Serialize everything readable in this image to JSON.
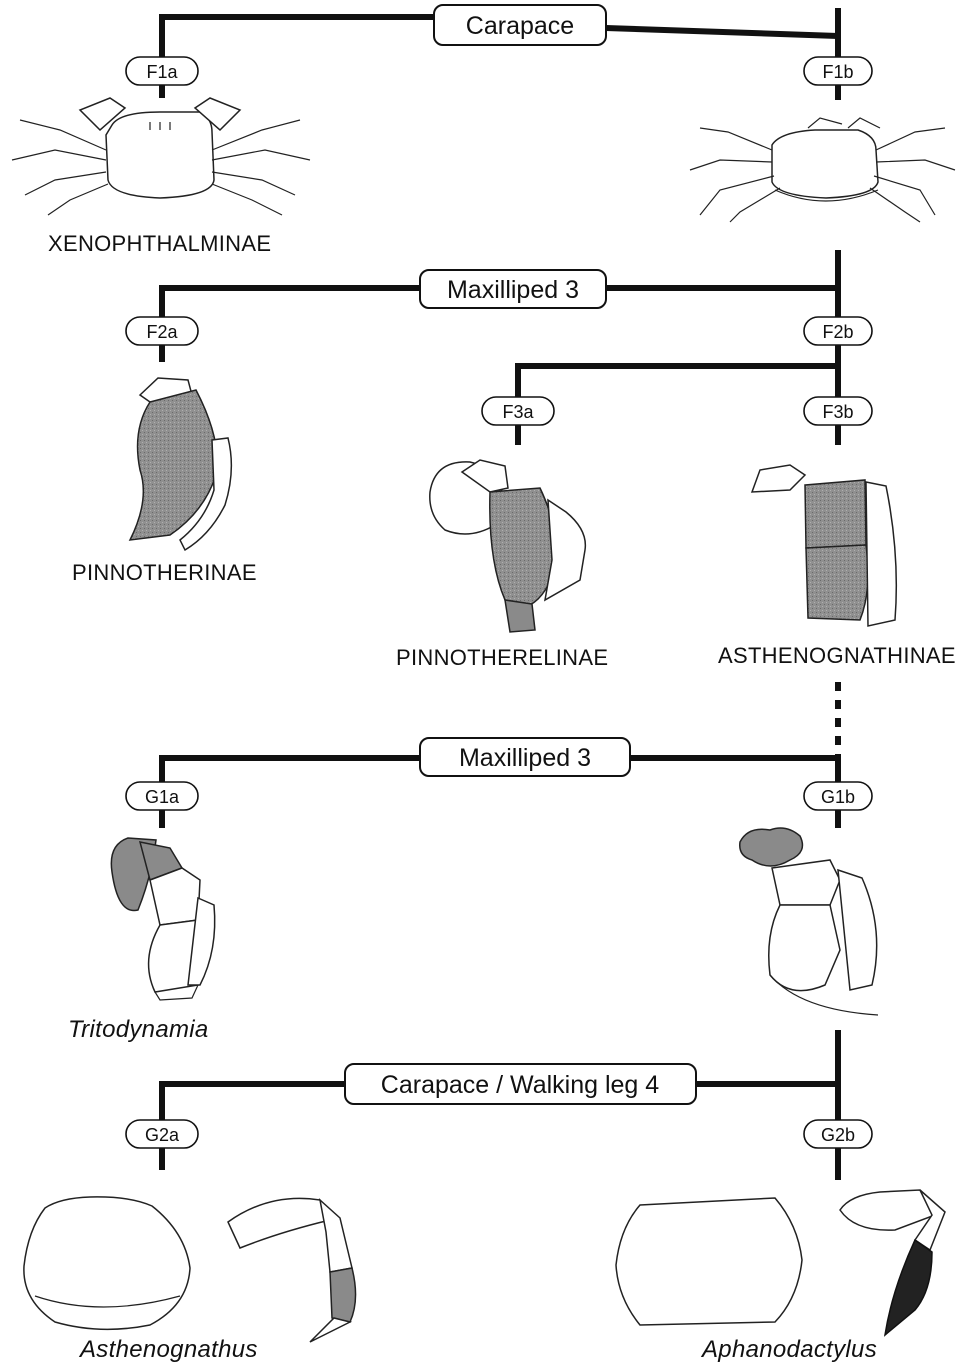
{
  "characters": {
    "f1": "Carapace",
    "f2": "Maxilliped 3",
    "g1": "Maxilliped 3",
    "g2": "Carapace / Walking leg 4"
  },
  "couplets": {
    "f1a": "F1a",
    "f1b": "F1b",
    "f2a": "F2a",
    "f2b": "F2b",
    "f3a": "F3a",
    "f3b": "F3b",
    "g1a": "G1a",
    "g1b": "G1b",
    "g2a": "G2a",
    "g2b": "G2b"
  },
  "taxa": {
    "xenophthalminae": "XENOPHTHALMINAE",
    "pinnotherinae": "PINNOTHERINAE",
    "pinnotherelinae": "PINNOTHERELINAE",
    "asthenognathinae": "ASTHENOGNATHINAE",
    "tritodynamia": "Tritodynamia",
    "asthenognathus": "Asthenognathus",
    "aphanodactylus": "Aphanodactylus"
  }
}
